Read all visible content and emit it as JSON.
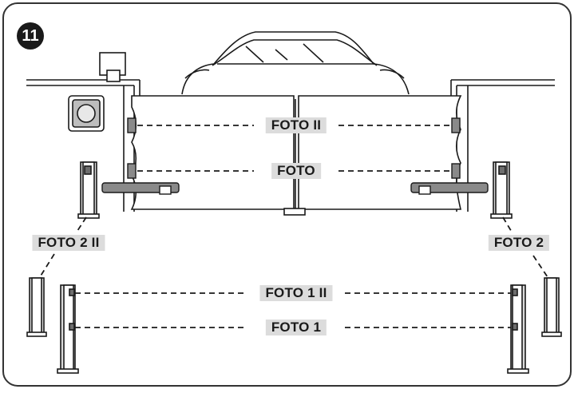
{
  "figure": {
    "number": "11",
    "labels": {
      "foto_ii": "FOTO II",
      "foto": "FOTO",
      "foto_2_ii": "FOTO 2 II",
      "foto_2": "FOTO 2",
      "foto_1_ii": "FOTO 1 II",
      "foto_1": "FOTO 1"
    }
  },
  "colors": {
    "stroke": "#1a1a1a",
    "label_bg": "#dcdcdc",
    "device_fill": "#d9d9d9",
    "frame": "#333333"
  }
}
